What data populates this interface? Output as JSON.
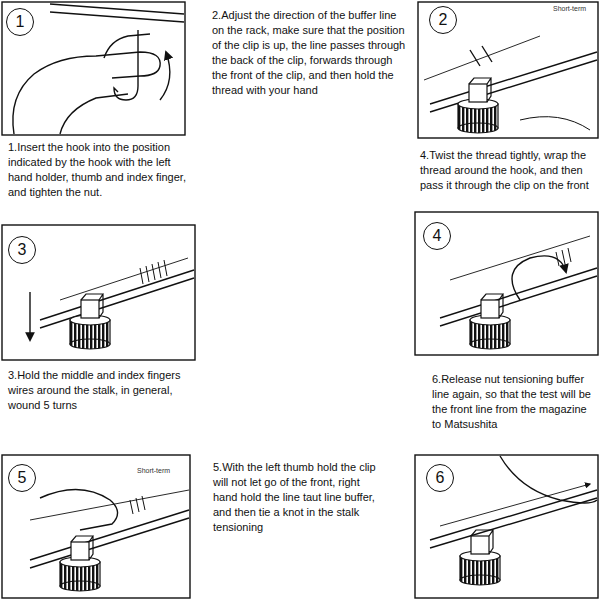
{
  "diagram": {
    "nodes": [
      {
        "text": [
          "1"
        ]
      },
      {
        "text": [
          "2"
        ]
      },
      {
        "text": [
          "3"
        ]
      },
      {
        "text": [
          "4"
        ]
      },
      {
        "text": [
          "5"
        ]
      },
      {
        "text": [
          "6"
        ]
      }
    ],
    "labels": [
      "1.Insert the hook into the position indicated by the hook with the left hand holder, thumb and index finger, and tighten the nut.",
      "2.Adjust the direction of the buffer line on the rack, make sure that the position of the clip is up, the line passes through the back of the clip, forwards through the front of the clip, and then hold the thread with your hand",
      "3.Hold the middle and index fingers wires around the stalk, in general, wound 5 turns",
      "4.Twist the thread tightly, wrap the thread around the hook, and then pass it through the clip on the front",
      "5.With the left thumb hold the clip will not let go of the front, right hand hold the line taut line buffer, and then tie a knot in the stalk tensioning",
      "6.Release nut tensioning buffer line again, so that the test will be the front line from the magazine to Matsushita",
      "Short-term",
      "Short-term"
    ]
  }
}
